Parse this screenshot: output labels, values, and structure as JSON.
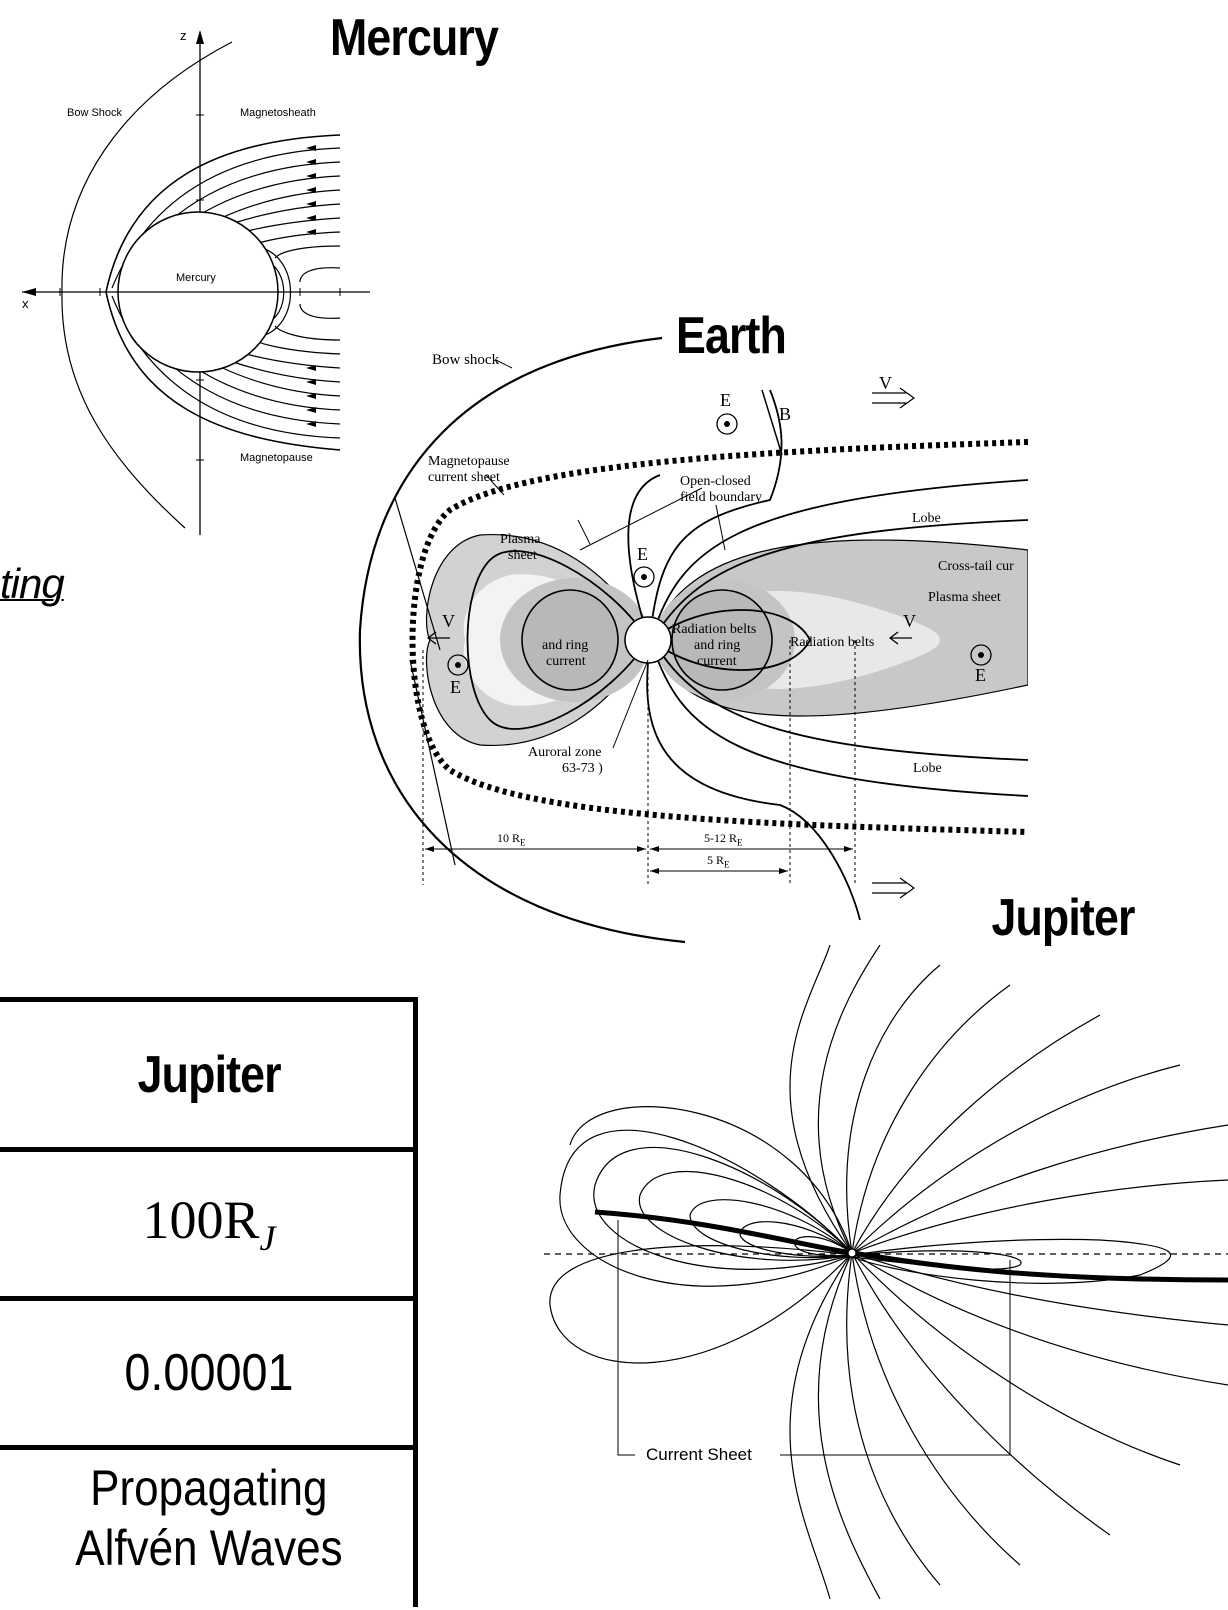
{
  "mercury": {
    "title": "Mercury",
    "labels": {
      "bow_shock": "Bow Shock",
      "magnetosheath": "Magnetosheath",
      "planet": "Mercury",
      "magnetopause": "Magnetopause",
      "z_axis": "z",
      "x_axis": "x"
    }
  },
  "earth": {
    "title": "Earth",
    "labels": {
      "bow_shock": "Bow shock",
      "magnetopause_1": "Magnetopause",
      "magnetopause_2": "current sheet",
      "open_closed_1": "Open-closed",
      "open_closed_2": "field boundary",
      "lobe_top": "Lobe",
      "lobe_bottom": "Lobe",
      "cross_tail": "Cross-tail cur",
      "plasma_sheet_right": "Plasma sheet",
      "plasma_sheet_left_1": "Plasma",
      "plasma_sheet_left_2": "sheet",
      "rad_belts_right_1": "Radiation belts",
      "rad_belts_right_2": "and ring",
      "rad_belts_right_3": "current",
      "ring_left_1": "and ring",
      "ring_left_2": "current",
      "radiation_belts": "Radiation belts",
      "auroral_1": "Auroral zone",
      "auroral_2": "63-73  )",
      "e": "E",
      "v": "V",
      "b": "B",
      "dist_10": "10 R",
      "dist_5_12": "5-12 R",
      "dist_5": "5 R",
      "sub_e": "E"
    }
  },
  "jupiter": {
    "title": "Jupiter",
    "current_sheet": "Current Sheet"
  },
  "table": {
    "header": "Jupiter",
    "rows": [
      {
        "value": "100R",
        "sub": "J"
      },
      {
        "value": "0.00001"
      },
      {
        "value_line1": "Propagating",
        "value_line2": "Alfvén Waves"
      }
    ]
  },
  "fragment_text": "ting"
}
